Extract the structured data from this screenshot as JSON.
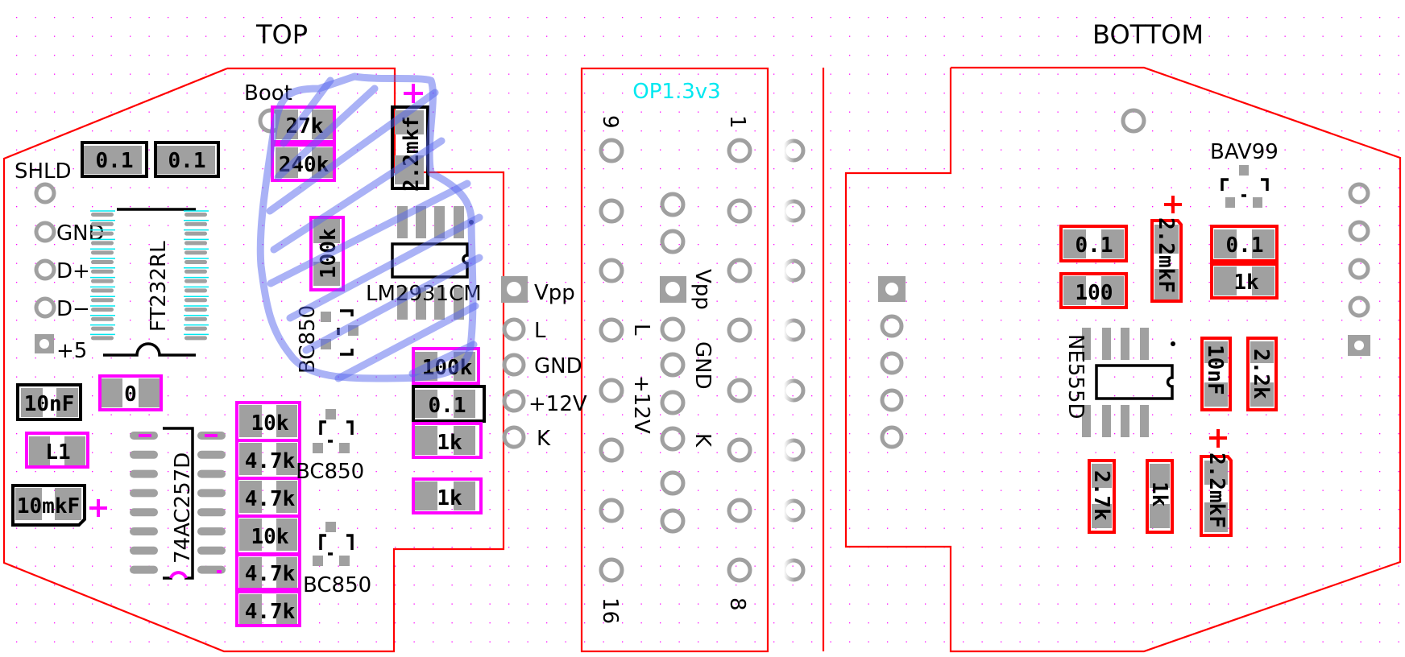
{
  "titles": {
    "top": "TOP",
    "bottom": "BOTTOM"
  },
  "colors": {
    "outline": "#ff0000",
    "top_component": "#ff00ff",
    "bottom_component": "#ff0000",
    "pad": "#a0a0a0",
    "grid_dot": "#ff00ff",
    "connector_label": "#00e8f0",
    "annotation": "#5566ee"
  },
  "top": {
    "boot_label": "Boot",
    "shld_label": "SHLD",
    "usb_pins": [
      "GND",
      "D+",
      "D−",
      "+5"
    ],
    "ic_ft232": "FT232RL",
    "ic_regulator": "LM2931CM",
    "ic_mux": "74AC257D",
    "transistors": [
      "BC850",
      "BC850",
      "BC850"
    ],
    "parts": {
      "c_01_a": "0.1",
      "c_01_b": "0.1",
      "r_27k": "27k",
      "r_240k": "240k",
      "c_22mkf": "2.2mkf",
      "r_100k_v": "100k",
      "r_100k_h": "100k",
      "c_01_c": "0.1",
      "r_1k_a": "1k",
      "r_1k_b": "1k",
      "c_10nf": "10nF",
      "r_0": "0",
      "l1": "L1",
      "c_10mkf": "10mkF",
      "r_10k_a": "10k",
      "r_47k_a": "4.7k",
      "r_47k_b": "4.7k",
      "r_10k_b": "10k",
      "r_47k_c": "4.7k",
      "r_47k_d": "4.7k"
    },
    "prog_pins": [
      "Vpp",
      "L",
      "GND",
      "+12V",
      "K"
    ]
  },
  "connector": {
    "name": "OP1.3v3",
    "pin_numbers": {
      "top_left": "9",
      "top_right": "1",
      "bottom_left": "16",
      "bottom_right": "8"
    },
    "labels": {
      "vpp": "Vpp",
      "l": "L",
      "gnd": "GND",
      "plus12v": "+12V",
      "k": "K"
    }
  },
  "bottom": {
    "diode": "BAV99",
    "ic_timer": "NE555D",
    "parts": {
      "c_01_a": "0.1",
      "r_100": "100",
      "c_22mkf_a": "2.2mkF",
      "c_01_b": "0.1",
      "r_1k_a": "1k",
      "c_10nf": "10nF",
      "r_22k": "2.2k",
      "r_27k": "2.7k",
      "r_1k_b": "1k",
      "c_22mkf_b": "2.2mkF"
    }
  }
}
